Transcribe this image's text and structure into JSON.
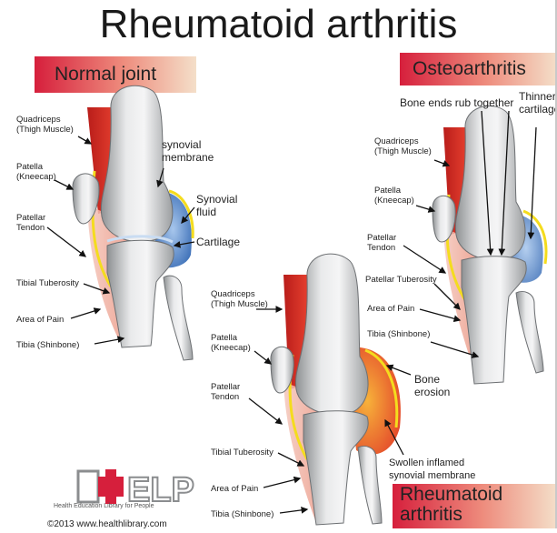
{
  "title": "Rheumatoid arthritis",
  "banners": {
    "normal": "Normal joint",
    "osteo": "Osteoarthritis",
    "rheuma_line1": "Rheumatoid",
    "rheuma_line2": "arthritis"
  },
  "normal_labels": {
    "quadriceps": [
      "Quadriceps",
      "(Thigh Muscle)"
    ],
    "patella": [
      "Patella",
      "(Kneecap)"
    ],
    "tendon": [
      "Patellar",
      "Tendon"
    ],
    "tuberosity": "Tibial Tuberosity",
    "pain": "Area of Pain",
    "tibia": "Tibia (Shinbone)",
    "synovial_membrane": [
      "synovial",
      "membrane"
    ],
    "synovial_fluid": [
      "Synovial",
      "fluid"
    ],
    "cartilage": "Cartilage"
  },
  "osteo_labels": {
    "bone_ends": "Bone ends rub together",
    "thinner": [
      "Thinner",
      "cartilage"
    ],
    "quadriceps": [
      "Quadriceps",
      "(Thigh Muscle)"
    ],
    "patella": [
      "Patella",
      "(Kneecap)"
    ],
    "tendon": [
      "Patellar",
      "Tendon"
    ],
    "tuberosity": "Patellar Tuberosity",
    "pain": "Area of Pain",
    "tibia": "Tibia (Shinbone)"
  },
  "rheuma_labels": {
    "quadriceps": [
      "Quadriceps",
      "(Thigh Muscle)"
    ],
    "patella": [
      "Patella",
      "(Kneecap)"
    ],
    "tendon": [
      "Patellar",
      "Tendon"
    ],
    "tuberosity": "Tibial Tuberosity",
    "pain": "Area of Pain",
    "tibia": "Tibia (Shinbone)",
    "erosion": [
      "Bone",
      "erosion"
    ],
    "swollen": [
      "Swollen inflamed",
      "synovial membrane"
    ]
  },
  "logo": {
    "text": "HELP",
    "tagline": "Health Education Library for People"
  },
  "copyright": "©2013 www.healthlibrary.com",
  "colors": {
    "banner_red": "#d61f3c",
    "banner_fade": "#f3dcc6",
    "muscle": "#e23b2c",
    "synovial_blue": "#4f83c9",
    "membrane_yellow": "#f4dc1e",
    "bone": "#d2d4d6"
  }
}
